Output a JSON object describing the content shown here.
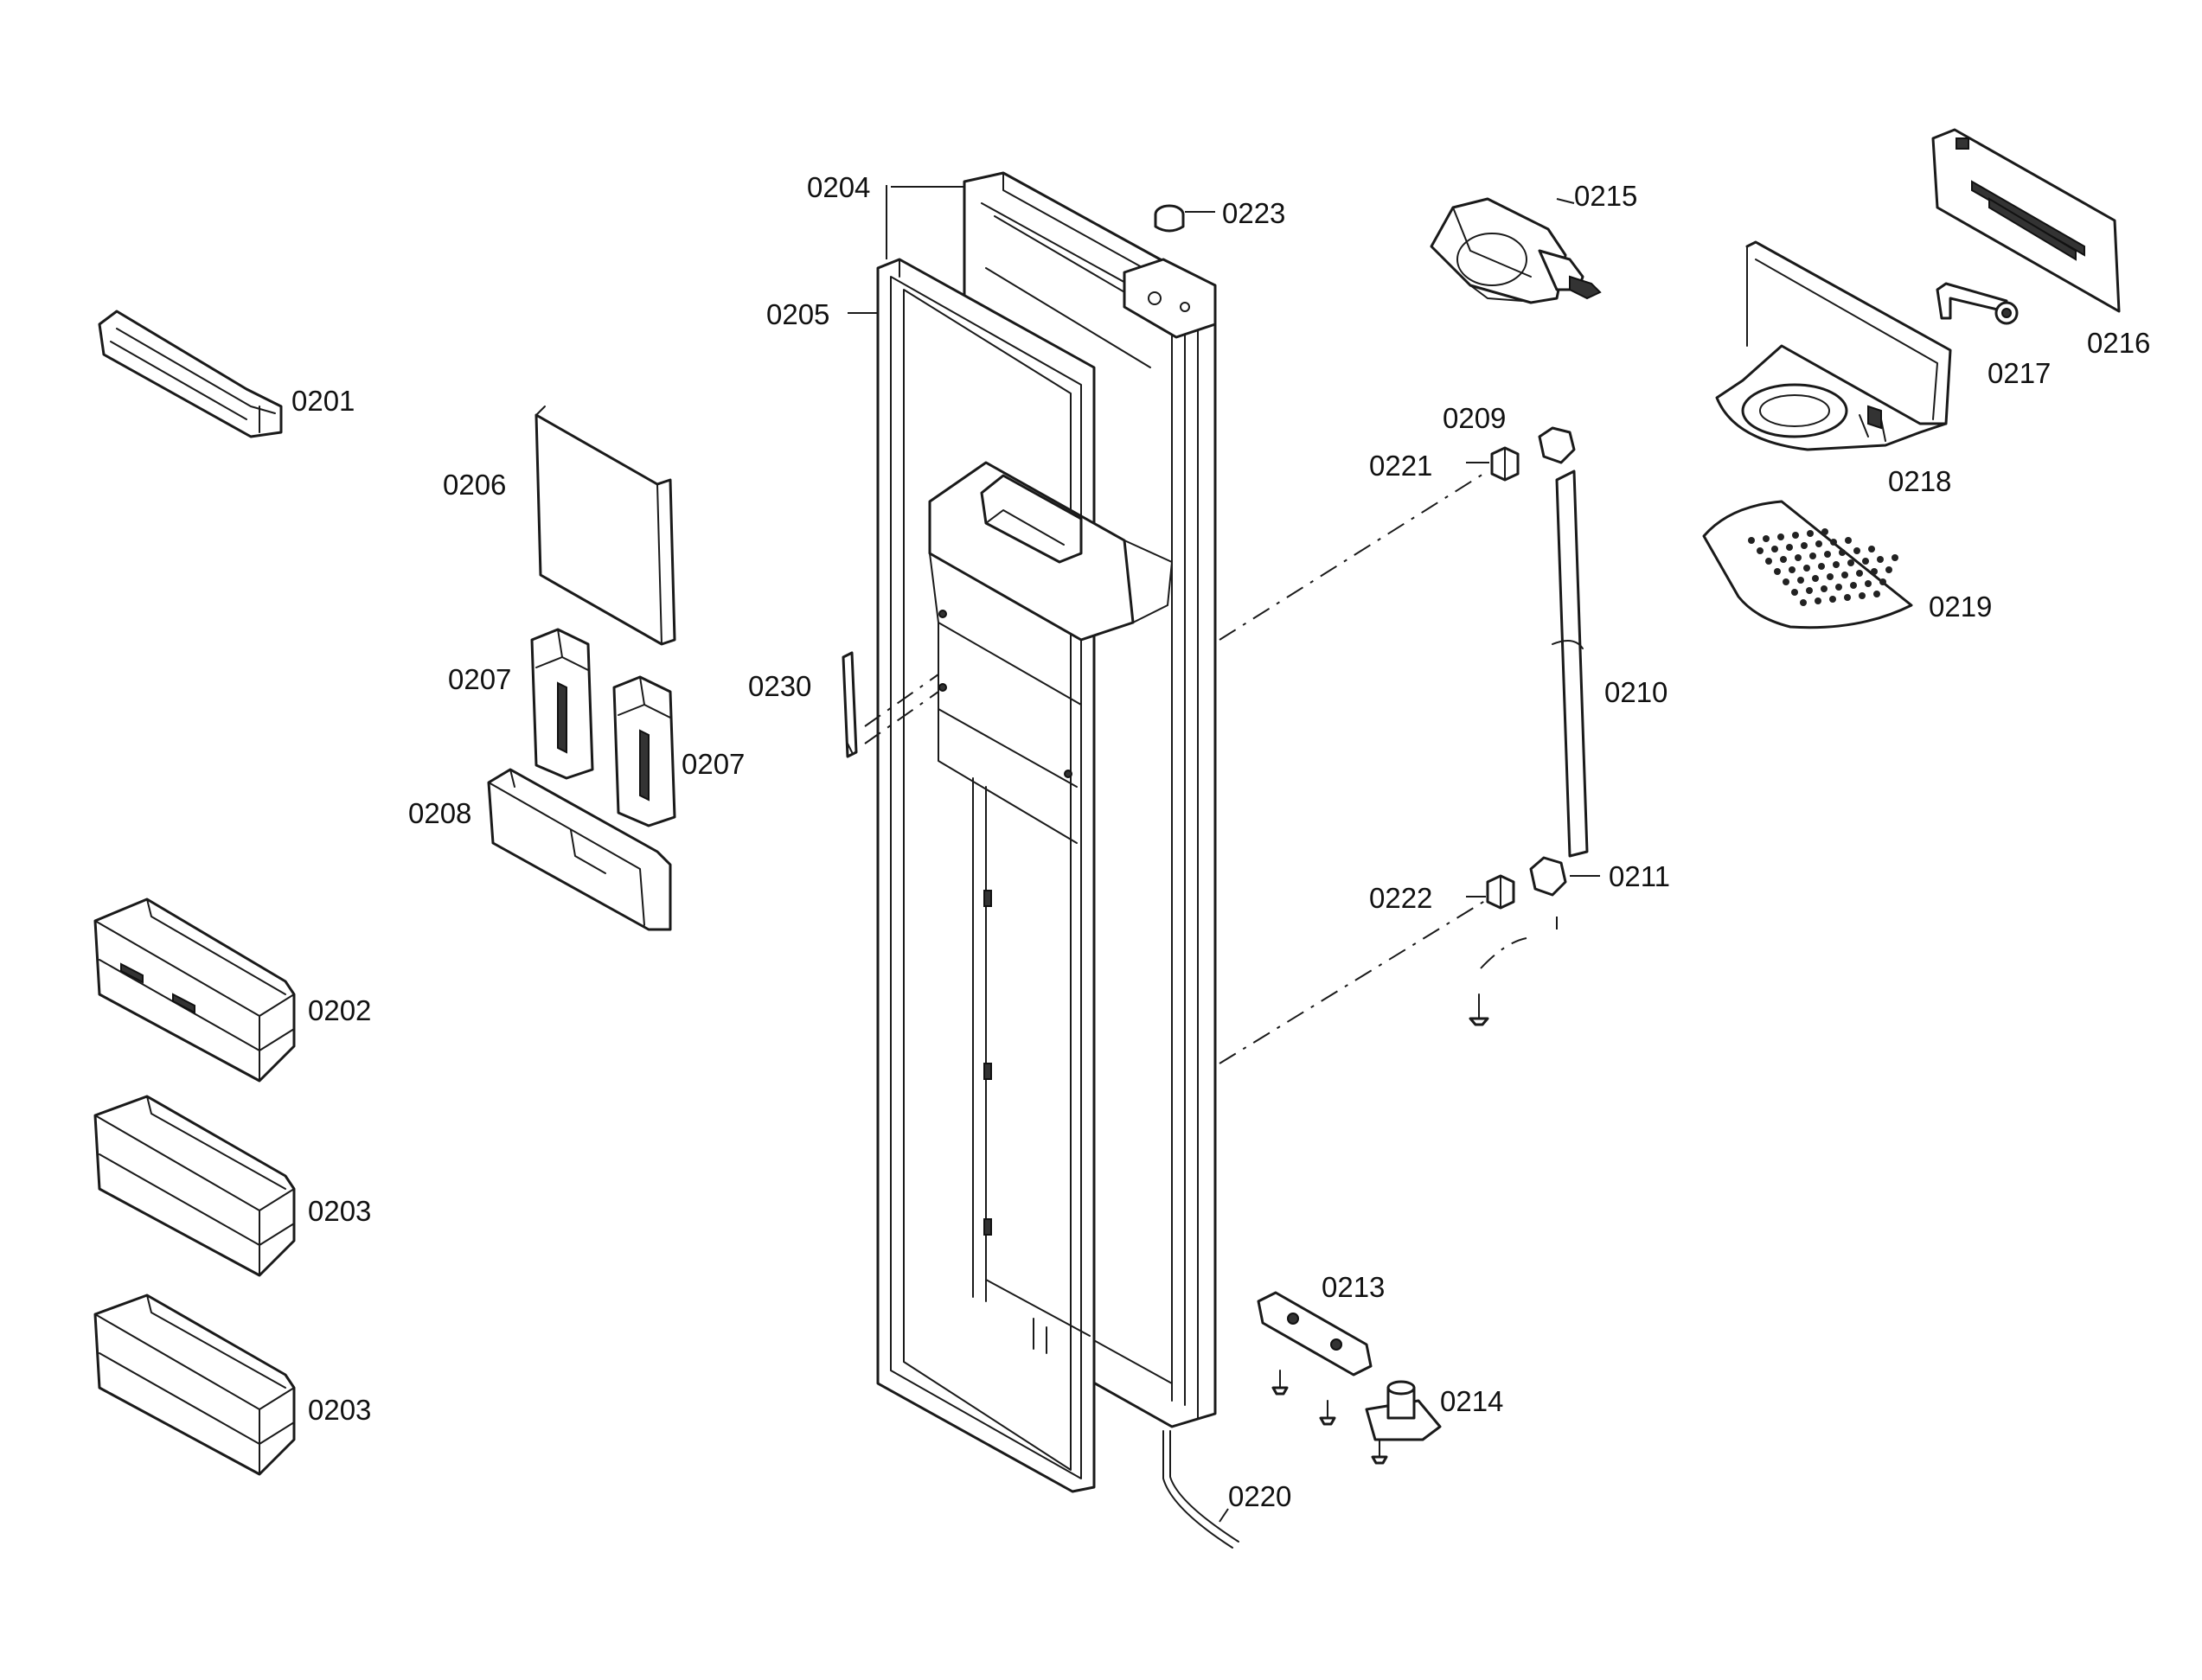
{
  "labels": {
    "p0201": "0201",
    "p0202": "0202",
    "p0203a": "0203",
    "p0203b": "0203",
    "p0204": "0204",
    "p0205": "0205",
    "p0206": "0206",
    "p0207a": "0207",
    "p0207b": "0207",
    "p0208": "0208",
    "p0209": "0209",
    "p0210": "0210",
    "p0211": "0211",
    "p0213": "0213",
    "p0214": "0214",
    "p0215": "0215",
    "p0216": "0216",
    "p0217": "0217",
    "p0218": "0218",
    "p0219": "0219",
    "p0220": "0220",
    "p0221": "0221",
    "p0222": "0222",
    "p0223": "0223",
    "p0230": "0230"
  }
}
